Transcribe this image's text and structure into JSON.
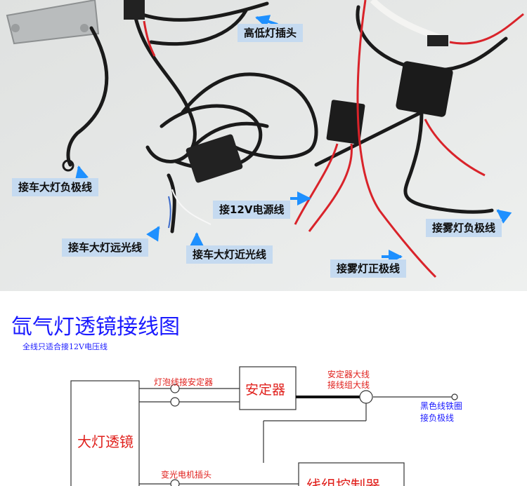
{
  "photo_labels": {
    "hi_lo_plug": "高低灯插头",
    "car_headlight_negative": "接车大灯负极线",
    "power_12v": "接12V电源线",
    "fog_light_negative": "接雾灯负极线",
    "car_headlight_high": "接车大灯远光线",
    "car_headlight_low": "接车大灯近光线",
    "fog_light_positive": "接雾灯正极线"
  },
  "diagram": {
    "title": "氙气灯透镜接线图",
    "subtitle": "全线只适合接12V电压线",
    "lens_block": "大灯透镜",
    "ballast_block": "安定器",
    "controller_block": "线组控制器",
    "bulb_wire_label": "灯泡线接安定器",
    "ballast_main_wire_label_1": "安定器大线",
    "ballast_main_wire_label_2": "接线组大线",
    "black_ring_label_1": "黑色线铁圈",
    "black_ring_label_2": "接负极线",
    "motor_plug_label": "变光电机插头"
  },
  "colors": {
    "callout_bg": "#c5daf0",
    "title_blue": "#1a1aff",
    "label_red": "#e0201c",
    "label_blue": "#1a1aff",
    "arrow_blue": "#1e90ff",
    "wire_red": "#d9232a",
    "wire_black": "#1a1a1a"
  }
}
